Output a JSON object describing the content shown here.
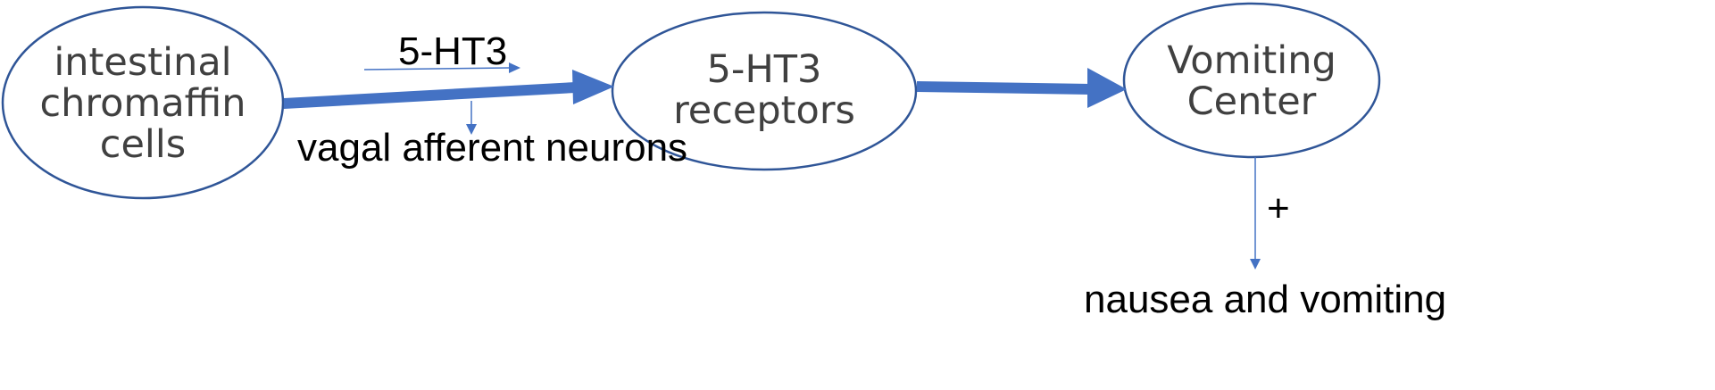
{
  "nodes": {
    "intestinal": {
      "lines": [
        "intestinal",
        "chromaffin",
        "cells"
      ]
    },
    "receptors": {
      "lines": [
        "5-HT3",
        "receptors"
      ]
    },
    "vomiting_center": {
      "lines": [
        "Vomiting",
        "Center"
      ]
    }
  },
  "labels": {
    "serotonin": "5-HT3",
    "vagal": "vagal afferent neurons",
    "plus": "+",
    "outcome": "nausea and vomiting"
  },
  "colors": {
    "stroke": "#2F5597",
    "arrow": "#4472C4",
    "node_text": "#404040",
    "label_text": "#000000",
    "background": "#ffffff"
  }
}
